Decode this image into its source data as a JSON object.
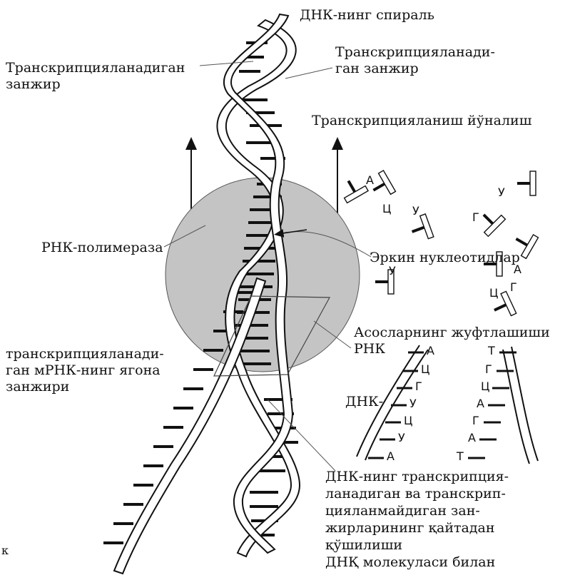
{
  "labels": {
    "dna_helix": "ДНК-нинг спираль",
    "template_strand_left": [
      "Транскрипцияланадиган",
      "занжир"
    ],
    "template_strand_right": [
      "Транскрипцияланади-",
      "ган занжир"
    ],
    "transcription_direction": "Транскрипцияланиш йўналиш",
    "rna_polymerase": "РНК-полимераза",
    "free_nucleotides": "Эркин нуклеотидлар",
    "base_pairing": [
      "Асосларнинг жуфтлашиши",
      "РНК"
    ],
    "single_mrna_strand": [
      "транскрипцияланади-",
      "ган мРНК-нинг ягона",
      "занжири"
    ],
    "dna_short": "ДНК-",
    "rejoining": [
      "ДНК-нинг транскрипция-",
      "ланадиган ва транскрип-",
      "цияланмайдиган зан-",
      "жирларининг қайтадан",
      "қўшилиши",
      "ДНҚ молекуласи билан"
    ],
    "margin_mark": "к"
  },
  "free_nucleotide_letters": [
    "А",
    "Ц",
    "У",
    "У",
    "Г",
    "А",
    "Г",
    "У",
    "Ц"
  ],
  "base_pairing_inset": {
    "left_column": [
      "А",
      "Ц",
      "Г",
      "У",
      "Ц",
      "У",
      "А"
    ],
    "right_column": [
      "Т",
      "Г",
      "Ц",
      "А",
      "Г",
      "А",
      "Т"
    ]
  },
  "colors": {
    "polymerase_fill": "#c4c4c4",
    "strand_fill": "#ffffff",
    "ink": "#111111"
  }
}
